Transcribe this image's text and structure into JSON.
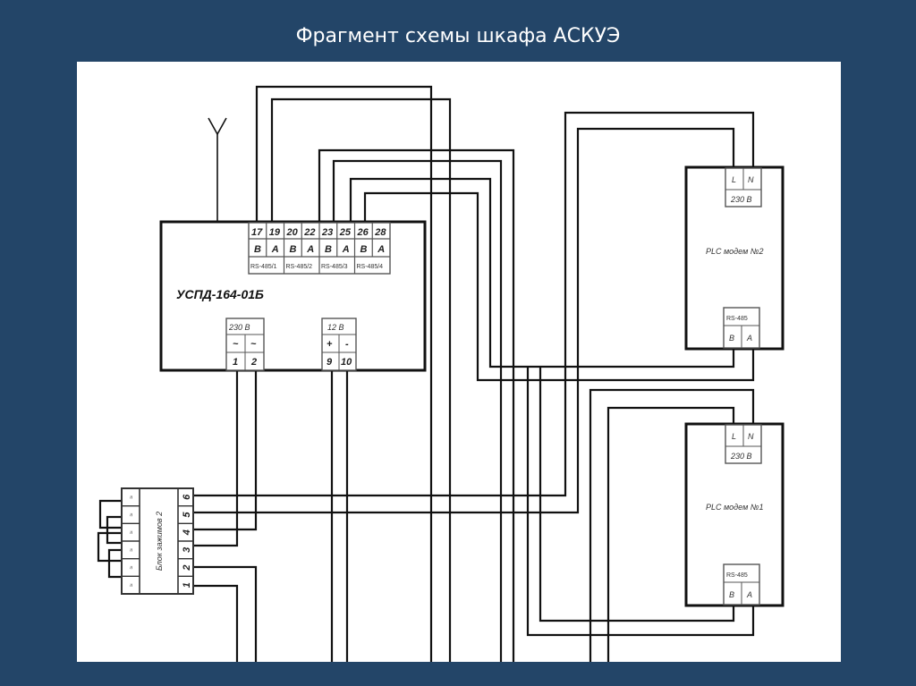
{
  "slide": {
    "title": "Фрагмент схемы шкафа АСКУЭ",
    "background_color": "#234568",
    "text_color": "#ffffff"
  },
  "uspd": {
    "name": "УСПД-164-01Б",
    "rs_terminals": [
      "17",
      "19",
      "20",
      "22",
      "23",
      "25",
      "26",
      "28"
    ],
    "rs_polarity": [
      "B",
      "A",
      "B",
      "A",
      "B",
      "A",
      "B",
      "A"
    ],
    "rs_ports": [
      "RS-485/1",
      "RS-485/2",
      "RS-485/3",
      "RS-485/4"
    ],
    "power230": {
      "label": "230 В",
      "signs": [
        "~",
        "~"
      ],
      "terminals": [
        "1",
        "2"
      ]
    },
    "power12": {
      "label": "12 В",
      "signs": [
        "+",
        "-"
      ],
      "terminals": [
        "9",
        "10"
      ]
    }
  },
  "plc2": {
    "name": "PLC модем №2",
    "power_terminals": [
      "L",
      "N"
    ],
    "power_label": "230 В",
    "rs_label": "RS-485",
    "rs_terminals": [
      "B",
      "A"
    ]
  },
  "plc1": {
    "name": "PLC модем №1",
    "power_terminals": [
      "L",
      "N"
    ],
    "power_label": "230 В",
    "rs_label": "RS-485",
    "rs_terminals": [
      "B",
      "A"
    ]
  },
  "terminal_block": {
    "name": "Блок зажимов 2",
    "left_terminals": [
      "≈",
      "≈",
      "≈",
      "≈",
      "≈",
      "≈"
    ],
    "right_terminals": [
      "6",
      "5",
      "4",
      "3",
      "2",
      "1"
    ]
  },
  "antenna": {
    "label": ""
  }
}
